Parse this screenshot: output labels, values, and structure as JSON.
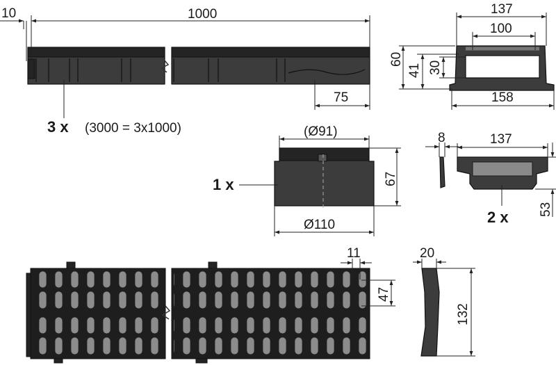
{
  "dimensions": {
    "channel_offset": "10",
    "channel_length": "1000",
    "channel_end": "75",
    "section_outer_width": "137",
    "section_inner_width": "100",
    "section_height": "60",
    "section_mid_height": "41",
    "section_inner_height": "30",
    "section_base_width": "158",
    "outlet_inner_diameter": "(Ø91)",
    "outlet_height": "67",
    "outlet_outer_diameter": "Ø110",
    "endcap_thickness": "8",
    "endcap_width": "137",
    "endcap_height": "53",
    "grate_slot_width": "11",
    "grate_slot_length": "47",
    "grate_side_thickness": "20",
    "grate_width": "132"
  },
  "quantities": {
    "channel_qty": "3 x",
    "channel_note": "(3000 = 3x1000)",
    "outlet_qty": "1 x",
    "endcap_qty": "2 x"
  }
}
